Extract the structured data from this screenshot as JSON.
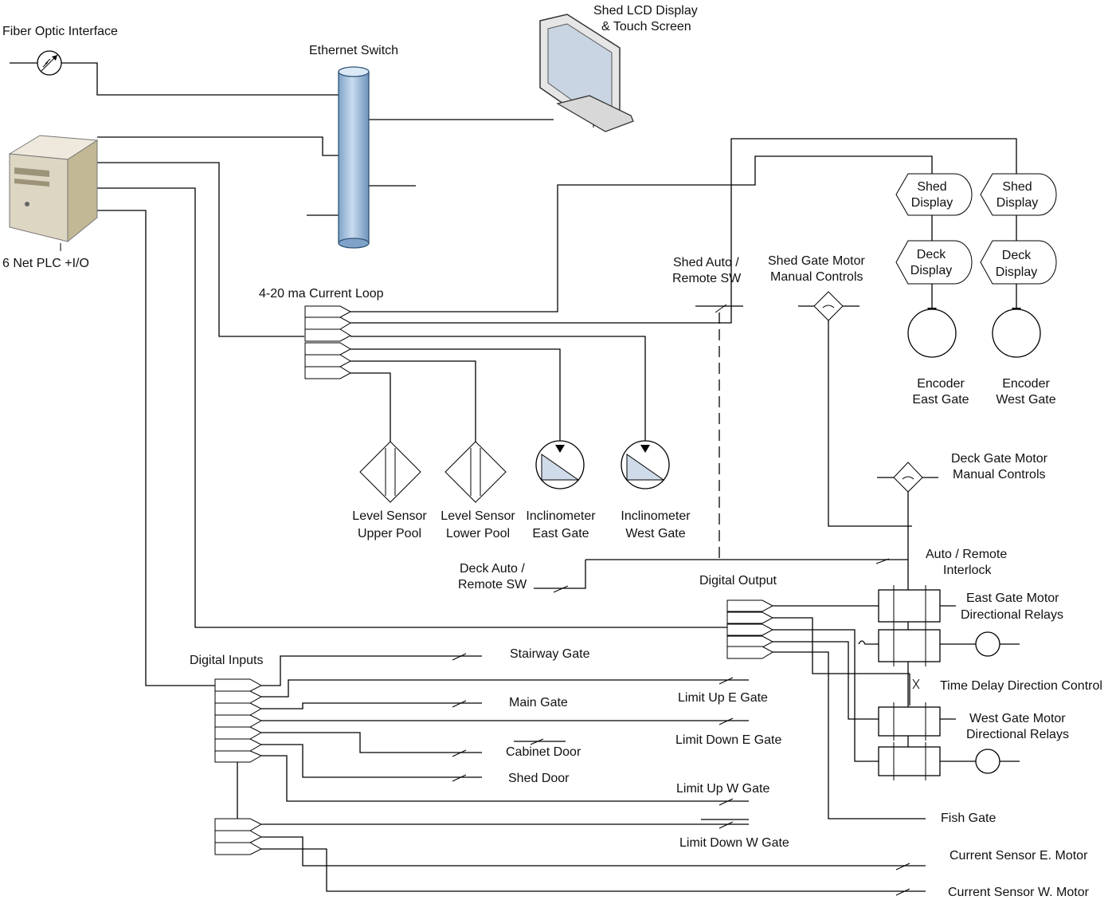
{
  "labels": {
    "fiber_optic": "Fiber Optic Interface",
    "ethernet_switch": "Ethernet Switch",
    "lcd_line1": "Shed LCD Display",
    "lcd_line2": "& Touch Screen",
    "plc": "6 Net PLC +I/O",
    "current_loop": "4-20 ma Current Loop",
    "shed_auto_line1": "Shed Auto /",
    "shed_auto_line2": "Remote SW",
    "shed_gate_motor_line1": "Shed Gate Motor",
    "shed_gate_motor_line2": "Manual Controls",
    "shed_display_east_line1": "Shed",
    "shed_display_east_line2": "Display",
    "shed_display_west_line1": "Shed",
    "shed_display_west_line2": "Display",
    "deck_display_east_line1": "Deck",
    "deck_display_east_line2": "Display",
    "deck_display_west_line1": "Deck",
    "deck_display_west_line2": "Display",
    "encoder_east_line1": "Encoder",
    "encoder_east_line2": "East Gate",
    "encoder_west_line1": "Encoder",
    "encoder_west_line2": "West Gate",
    "level_upper_line1": "Level Sensor",
    "level_upper_line2": "Upper Pool",
    "level_lower_line1": "Level Sensor",
    "level_lower_line2": "Lower Pool",
    "incl_east_line1": "Inclinometer",
    "incl_east_line2": "East Gate",
    "incl_west_line1": "Inclinometer",
    "incl_west_line2": "West Gate",
    "deck_gate_motor_line1": "Deck Gate Motor",
    "deck_gate_motor_line2": "Manual Controls",
    "auto_remote_line1": "Auto / Remote",
    "auto_remote_line2": "Interlock",
    "deck_auto_line1": "Deck Auto /",
    "deck_auto_line2": "Remote SW",
    "digital_output": "Digital Output",
    "east_relays_line1": "East Gate Motor",
    "east_relays_line2": "Directional Relays",
    "time_delay": "Time Delay Direction Control",
    "west_relays_line1": "West Gate Motor",
    "west_relays_line2": "Directional Relays",
    "digital_inputs": "Digital Inputs",
    "stairway_gate": "Stairway Gate",
    "main_gate": "Main Gate",
    "cabinet_door": "Cabinet Door",
    "shed_door": "Shed Door",
    "limit_up_e": "Limit Up E Gate",
    "limit_down_e": "Limit Down E Gate",
    "limit_up_w": "Limit Up W Gate",
    "limit_down_w": "Limit Down W Gate",
    "fish_gate": "Fish Gate",
    "current_e": "Current Sensor E. Motor",
    "current_w": "Current Sensor W. Motor"
  },
  "colors": {
    "line": "#000000",
    "switch_fill": "#a9c6e3",
    "switch_edge": "#2f5277",
    "monitor_frame": "#e6e6e6",
    "monitor_screen": "#c9d5e3",
    "plc_body": "#ddd6c3",
    "inclinometer_fill": "#cfdbe8"
  }
}
